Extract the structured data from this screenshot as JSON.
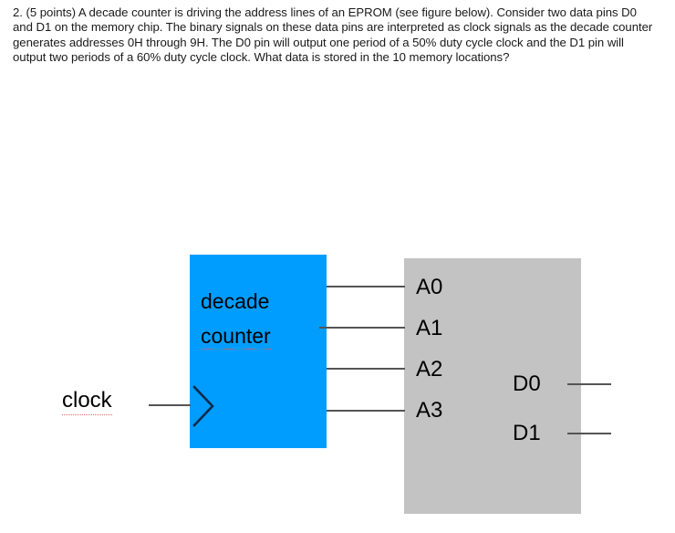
{
  "question": {
    "number": "2.",
    "points": "(5 points)",
    "text": "2. (5 points) A decade counter is driving the address lines of an EPROM (see figure below). Consider two data pins D0 and D1 on the memory chip. The binary signals on these data pins are interpreted as clock signals as the decade counter generates addresses 0H through 9H.  The D0 pin will output one period of a 50% duty cycle clock and the D1 pin will output two periods of a 60% duty cycle clock. What data is stored in the 10 memory locations?"
  },
  "figure": {
    "counter": {
      "label_line1": "decade",
      "label_line2": "counter",
      "fill_color": "#009dff",
      "clock_edge_icon": "chevron-right-icon"
    },
    "clock_input": {
      "label": "clock"
    },
    "eprom": {
      "fill_color": "#c3c3c3",
      "address_pins": [
        "A0",
        "A1",
        "A2",
        "A3"
      ],
      "data_pins": [
        "D0",
        "D1"
      ]
    },
    "wire_color": "#555555"
  }
}
